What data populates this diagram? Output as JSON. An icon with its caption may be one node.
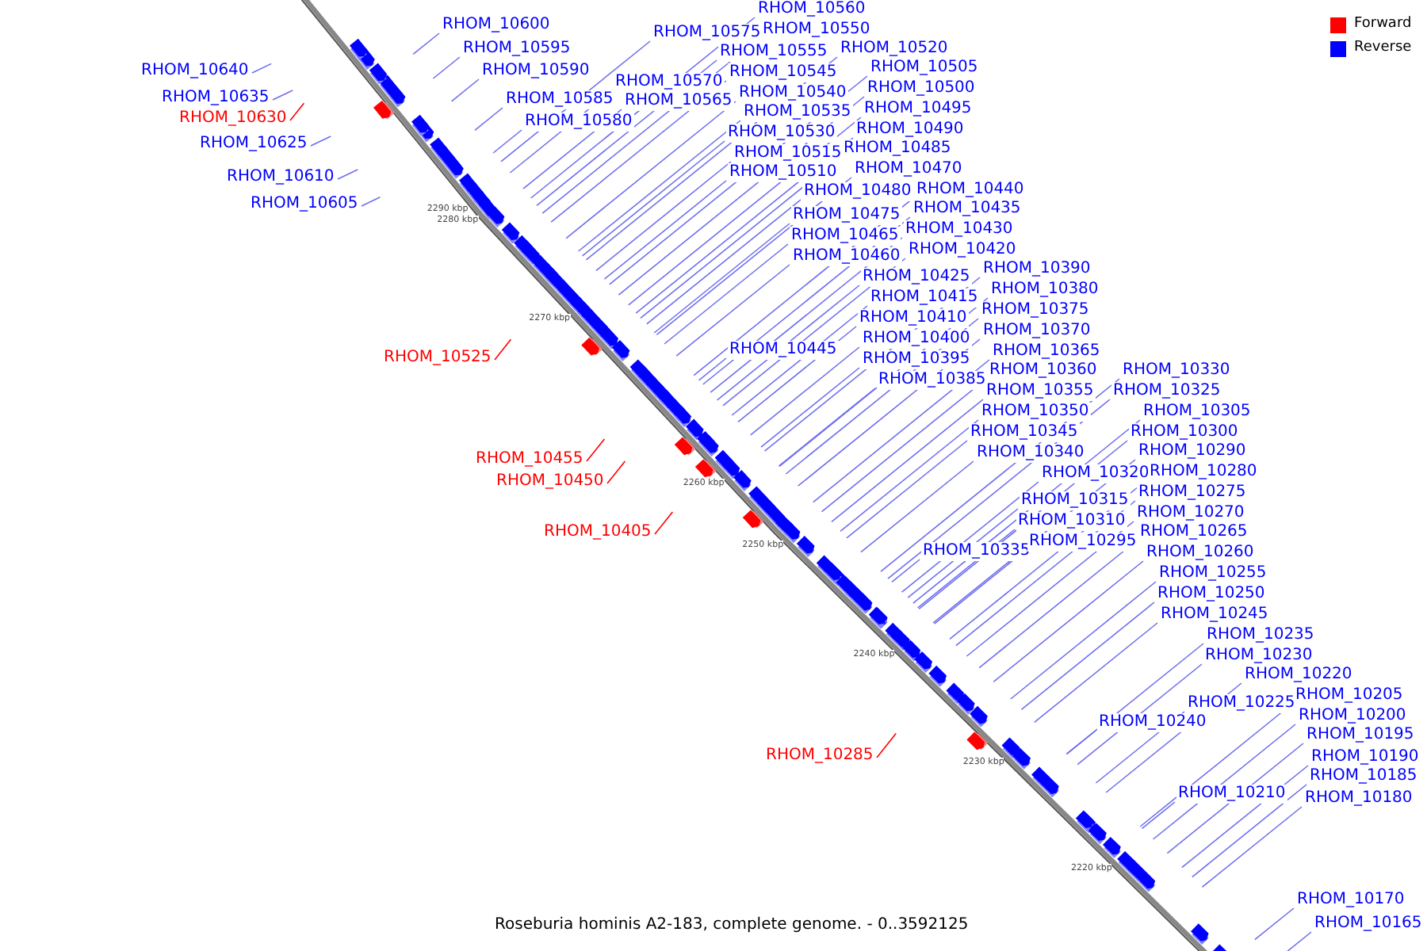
{
  "diagram": {
    "caption": "Roseburia hominis A2-183, complete genome. - 0..3592125",
    "nodes": [
      {
        "text": [
          "RHOM_10640"
        ]
      },
      {
        "text": [
          "RHOM_10635"
        ]
      },
      {
        "text": [
          "RHOM_10630"
        ]
      },
      {
        "text": [
          "RHOM_10625"
        ]
      },
      {
        "text": [
          "RHOM_10610"
        ]
      },
      {
        "text": [
          "RHOM_10605"
        ]
      },
      {
        "text": [
          "RHOM_10600"
        ]
      },
      {
        "text": [
          "RHOM_10595"
        ]
      },
      {
        "text": [
          "RHOM_10590"
        ]
      },
      {
        "text": [
          "RHOM_10585"
        ]
      },
      {
        "text": [
          "RHOM_10580"
        ]
      },
      {
        "text": [
          "RHOM_10575"
        ]
      },
      {
        "text": [
          "RHOM_10570"
        ]
      },
      {
        "text": [
          "RHOM_10565"
        ]
      },
      {
        "text": [
          "RHOM_10560"
        ]
      },
      {
        "text": [
          "RHOM_10555"
        ]
      },
      {
        "text": [
          "RHOM_10550"
        ]
      },
      {
        "text": [
          "RHOM_10545"
        ]
      },
      {
        "text": [
          "RHOM_10540"
        ]
      },
      {
        "text": [
          "RHOM_10535"
        ]
      },
      {
        "text": [
          "RHOM_10530"
        ]
      },
      {
        "text": [
          "RHOM_10525"
        ]
      },
      {
        "text": [
          "RHOM_10520"
        ]
      },
      {
        "text": [
          "RHOM_10515"
        ]
      },
      {
        "text": [
          "RHOM_10510"
        ]
      },
      {
        "text": [
          "RHOM_10505"
        ]
      },
      {
        "text": [
          "RHOM_10500"
        ]
      },
      {
        "text": [
          "RHOM_10495"
        ]
      },
      {
        "text": [
          "RHOM_10490"
        ]
      },
      {
        "text": [
          "RHOM_10485"
        ]
      },
      {
        "text": [
          "RHOM_10480"
        ]
      },
      {
        "text": [
          "RHOM_10475"
        ]
      },
      {
        "text": [
          "RHOM_10470"
        ]
      },
      {
        "text": [
          "RHOM_10465"
        ]
      },
      {
        "text": [
          "RHOM_10460"
        ]
      },
      {
        "text": [
          "RHOM_10455"
        ]
      },
      {
        "text": [
          "RHOM_10450"
        ]
      },
      {
        "text": [
          "RHOM_10445"
        ]
      },
      {
        "text": [
          "RHOM_10440"
        ]
      },
      {
        "text": [
          "RHOM_10435"
        ]
      },
      {
        "text": [
          "RHOM_10430"
        ]
      },
      {
        "text": [
          "RHOM_10425"
        ]
      },
      {
        "text": [
          "RHOM_10420"
        ]
      },
      {
        "text": [
          "RHOM_10415"
        ]
      },
      {
        "text": [
          "RHOM_10410"
        ]
      },
      {
        "text": [
          "RHOM_10405"
        ]
      },
      {
        "text": [
          "RHOM_10400"
        ]
      },
      {
        "text": [
          "RHOM_10395"
        ]
      },
      {
        "text": [
          "RHOM_10390"
        ]
      },
      {
        "text": [
          "RHOM_10385"
        ]
      },
      {
        "text": [
          "RHOM_10380"
        ]
      },
      {
        "text": [
          "RHOM_10375"
        ]
      },
      {
        "text": [
          "RHOM_10370"
        ]
      },
      {
        "text": [
          "RHOM_10365"
        ]
      },
      {
        "text": [
          "RHOM_10360"
        ]
      },
      {
        "text": [
          "RHOM_10355"
        ]
      },
      {
        "text": [
          "RHOM_10350"
        ]
      },
      {
        "text": [
          "RHOM_10345"
        ]
      },
      {
        "text": [
          "RHOM_10340"
        ]
      },
      {
        "text": [
          "RHOM_10335"
        ]
      },
      {
        "text": [
          "RHOM_10330"
        ]
      },
      {
        "text": [
          "RHOM_10325"
        ]
      },
      {
        "text": [
          "RHOM_10320"
        ]
      },
      {
        "text": [
          "RHOM_10315"
        ]
      },
      {
        "text": [
          "RHOM_10310"
        ]
      },
      {
        "text": [
          "RHOM_10305"
        ]
      },
      {
        "text": [
          "RHOM_10300"
        ]
      },
      {
        "text": [
          "RHOM_10295"
        ]
      },
      {
        "text": [
          "RHOM_10290"
        ]
      },
      {
        "text": [
          "RHOM_10285"
        ]
      },
      {
        "text": [
          "RHOM_10280"
        ]
      },
      {
        "text": [
          "RHOM_10275"
        ]
      },
      {
        "text": [
          "RHOM_10270"
        ]
      },
      {
        "text": [
          "RHOM_10265"
        ]
      },
      {
        "text": [
          "RHOM_10260"
        ]
      },
      {
        "text": [
          "RHOM_10255"
        ]
      },
      {
        "text": [
          "RHOM_10250"
        ]
      },
      {
        "text": [
          "RHOM_10245"
        ]
      },
      {
        "text": [
          "RHOM_10240"
        ]
      },
      {
        "text": [
          "RHOM_10235"
        ]
      },
      {
        "text": [
          "RHOM_10230"
        ]
      },
      {
        "text": [
          "RHOM_10225"
        ]
      },
      {
        "text": [
          "RHOM_10220"
        ]
      },
      {
        "text": [
          "RHOM_10210"
        ]
      },
      {
        "text": [
          "RHOM_10205"
        ]
      },
      {
        "text": [
          "RHOM_10200"
        ]
      },
      {
        "text": [
          "RHOM_10195"
        ]
      },
      {
        "text": [
          "RHOM_10190"
        ]
      },
      {
        "text": [
          "RHOM_10185"
        ]
      },
      {
        "text": [
          "RHOM_10180"
        ]
      },
      {
        "text": [
          "RHOM_10170"
        ]
      },
      {
        "text": [
          "RHOM_10165"
        ]
      }
    ],
    "edges": [
      {
        "from": 0,
        "to": null,
        "arrow": "none"
      },
      {
        "from": 1,
        "to": null,
        "arrow": "none"
      },
      {
        "from": 2,
        "to": null,
        "arrow": "none",
        "color": "#ff0000"
      },
      {
        "from": 3,
        "to": null,
        "arrow": "none"
      },
      {
        "from": 4,
        "to": null,
        "arrow": "none"
      },
      {
        "from": 5,
        "to": null,
        "arrow": "none"
      },
      {
        "from": 6,
        "to": null,
        "arrow": "none"
      },
      {
        "from": 7,
        "to": null,
        "arrow": "none"
      },
      {
        "from": 8,
        "to": null,
        "arrow": "none"
      },
      {
        "from": 9,
        "to": null,
        "arrow": "none"
      },
      {
        "from": 10,
        "to": null,
        "arrow": "none"
      },
      {
        "from": 11,
        "to": null,
        "arrow": "none"
      },
      {
        "from": 12,
        "to": null,
        "arrow": "none"
      },
      {
        "from": 13,
        "to": null,
        "arrow": "none"
      },
      {
        "from": 14,
        "to": null,
        "arrow": "none"
      },
      {
        "from": 15,
        "to": null,
        "arrow": "none"
      },
      {
        "from": 16,
        "to": null,
        "arrow": "none"
      },
      {
        "from": 17,
        "to": null,
        "arrow": "none"
      },
      {
        "from": 18,
        "to": null,
        "arrow": "none"
      },
      {
        "from": 19,
        "to": null,
        "arrow": "none"
      },
      {
        "from": 20,
        "to": null,
        "arrow": "none"
      },
      {
        "from": 21,
        "to": null,
        "arrow": "none",
        "color": "#ff0000"
      },
      {
        "from": 22,
        "to": null,
        "arrow": "none"
      },
      {
        "from": 23,
        "to": null,
        "arrow": "none"
      },
      {
        "from": 24,
        "to": null,
        "arrow": "none"
      },
      {
        "from": 25,
        "to": null,
        "arrow": "none"
      },
      {
        "from": 26,
        "to": null,
        "arrow": "none"
      },
      {
        "from": 27,
        "to": null,
        "arrow": "none"
      },
      {
        "from": 28,
        "to": null,
        "arrow": "none"
      },
      {
        "from": 29,
        "to": null,
        "arrow": "none"
      },
      {
        "from": 30,
        "to": null,
        "arrow": "none"
      },
      {
        "from": 31,
        "to": null,
        "arrow": "none"
      },
      {
        "from": 32,
        "to": null,
        "arrow": "none"
      },
      {
        "from": 33,
        "to": null,
        "arrow": "none"
      },
      {
        "from": 34,
        "to": null,
        "arrow": "none"
      },
      {
        "from": 35,
        "to": null,
        "arrow": "none",
        "color": "#ff0000"
      },
      {
        "from": 36,
        "to": null,
        "arrow": "none",
        "color": "#ff0000"
      },
      {
        "from": 37,
        "to": null,
        "arrow": "none"
      },
      {
        "from": 38,
        "to": null,
        "arrow": "none"
      },
      {
        "from": 39,
        "to": null,
        "arrow": "none"
      },
      {
        "from": 40,
        "to": null,
        "arrow": "none"
      },
      {
        "from": 41,
        "to": null,
        "arrow": "none"
      },
      {
        "from": 42,
        "to": null,
        "arrow": "none"
      },
      {
        "from": 43,
        "to": null,
        "arrow": "none"
      },
      {
        "from": 44,
        "to": null,
        "arrow": "none"
      },
      {
        "from": 45,
        "to": null,
        "arrow": "none",
        "color": "#ff0000"
      },
      {
        "from": 46,
        "to": null,
        "arrow": "none"
      },
      {
        "from": 47,
        "to": null,
        "arrow": "none"
      },
      {
        "from": 48,
        "to": null,
        "arrow": "none"
      },
      {
        "from": 49,
        "to": null,
        "arrow": "none"
      },
      {
        "from": 50,
        "to": null,
        "arrow": "none"
      },
      {
        "from": 51,
        "to": null,
        "arrow": "none"
      },
      {
        "from": 52,
        "to": null,
        "arrow": "none"
      },
      {
        "from": 53,
        "to": null,
        "arrow": "none"
      },
      {
        "from": 54,
        "to": null,
        "arrow": "none"
      },
      {
        "from": 55,
        "to": null,
        "arrow": "none"
      },
      {
        "from": 56,
        "to": null,
        "arrow": "none"
      },
      {
        "from": 57,
        "to": null,
        "arrow": "none"
      },
      {
        "from": 58,
        "to": null,
        "arrow": "none"
      },
      {
        "from": 59,
        "to": null,
        "arrow": "none"
      },
      {
        "from": 60,
        "to": null,
        "arrow": "none"
      },
      {
        "from": 61,
        "to": null,
        "arrow": "none"
      },
      {
        "from": 62,
        "to": null,
        "arrow": "none"
      },
      {
        "from": 63,
        "to": null,
        "arrow": "none"
      },
      {
        "from": 64,
        "to": null,
        "arrow": "none"
      },
      {
        "from": 65,
        "to": null,
        "arrow": "none"
      },
      {
        "from": 66,
        "to": null,
        "arrow": "none"
      },
      {
        "from": 67,
        "to": null,
        "arrow": "none"
      },
      {
        "from": 68,
        "to": null,
        "arrow": "none"
      },
      {
        "from": 69,
        "to": null,
        "arrow": "none",
        "color": "#ff0000"
      },
      {
        "from": 70,
        "to": null,
        "arrow": "none"
      },
      {
        "from": 71,
        "to": null,
        "arrow": "none"
      },
      {
        "from": 72,
        "to": null,
        "arrow": "none"
      },
      {
        "from": 73,
        "to": null,
        "arrow": "none"
      },
      {
        "from": 74,
        "to": null,
        "arrow": "none"
      },
      {
        "from": 75,
        "to": null,
        "arrow": "none"
      },
      {
        "from": 76,
        "to": null,
        "arrow": "none"
      },
      {
        "from": 77,
        "to": null,
        "arrow": "none"
      },
      {
        "from": 78,
        "to": null,
        "arrow": "none"
      },
      {
        "from": 79,
        "to": null,
        "arrow": "none"
      },
      {
        "from": 80,
        "to": null,
        "arrow": "none"
      },
      {
        "from": 81,
        "to": null,
        "arrow": "none"
      },
      {
        "from": 82,
        "to": null,
        "arrow": "none"
      },
      {
        "from": 83,
        "to": null,
        "arrow": "none"
      },
      {
        "from": 84,
        "to": null,
        "arrow": "none"
      },
      {
        "from": 85,
        "to": null,
        "arrow": "none"
      },
      {
        "from": 86,
        "to": null,
        "arrow": "none"
      },
      {
        "from": 87,
        "to": null,
        "arrow": "none"
      },
      {
        "from": 88,
        "to": null,
        "arrow": "none"
      },
      {
        "from": 89,
        "to": null,
        "arrow": "none"
      },
      {
        "from": 90,
        "to": null,
        "arrow": "none"
      },
      {
        "from": 91,
        "to": null,
        "arrow": "none"
      }
    ],
    "labels": [
      "2290 kbp",
      "2280 kbp",
      "2270 kbp",
      "2260 kbp",
      "2250 kbp",
      "2240 kbp",
      "2230 kbp",
      "2220 kbp"
    ],
    "legend": [
      {
        "text": "Forward",
        "color": "#ff0000"
      },
      {
        "text": "Reverse",
        "color": "#0000ff"
      }
    ]
  }
}
